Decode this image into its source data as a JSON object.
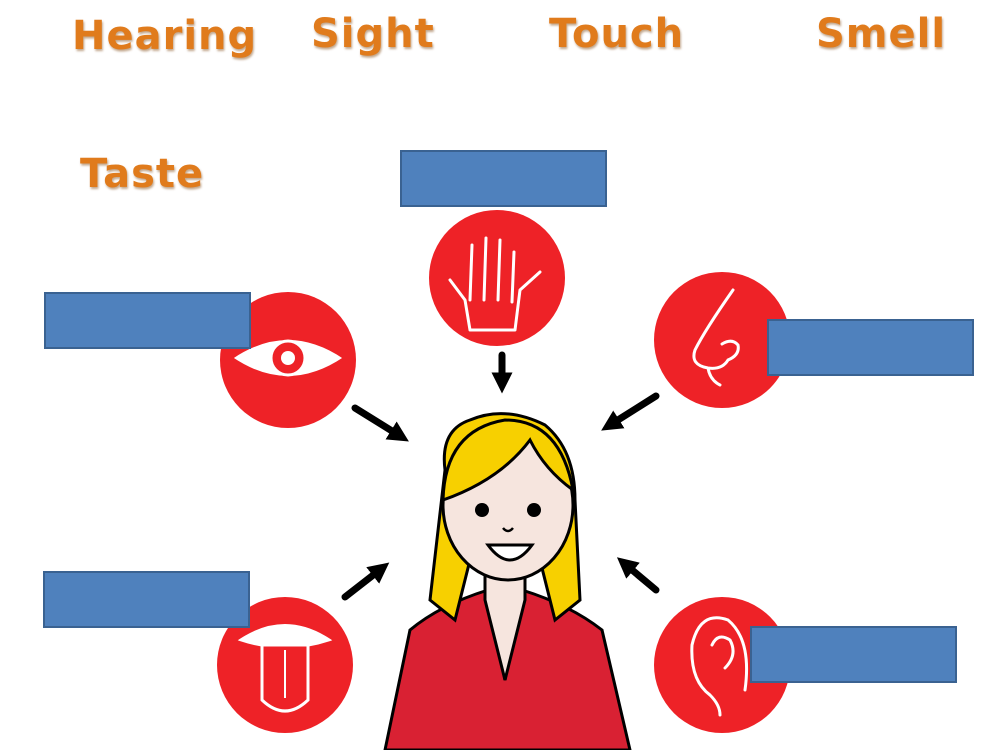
{
  "words": {
    "hearing": "Hearing",
    "sight": "Sight",
    "touch": "Touch",
    "smell": "Smell",
    "taste": "Taste"
  },
  "colors": {
    "word": "#e07b1c",
    "box": "#4f81bd",
    "circle": "#ee2227",
    "hair": "#f7d000",
    "skin": "#f6e5de",
    "shirt": "#d92133"
  },
  "icons": [
    "eye-icon",
    "hand-icon",
    "nose-icon",
    "mouth-tongue-icon",
    "ear-icon"
  ]
}
